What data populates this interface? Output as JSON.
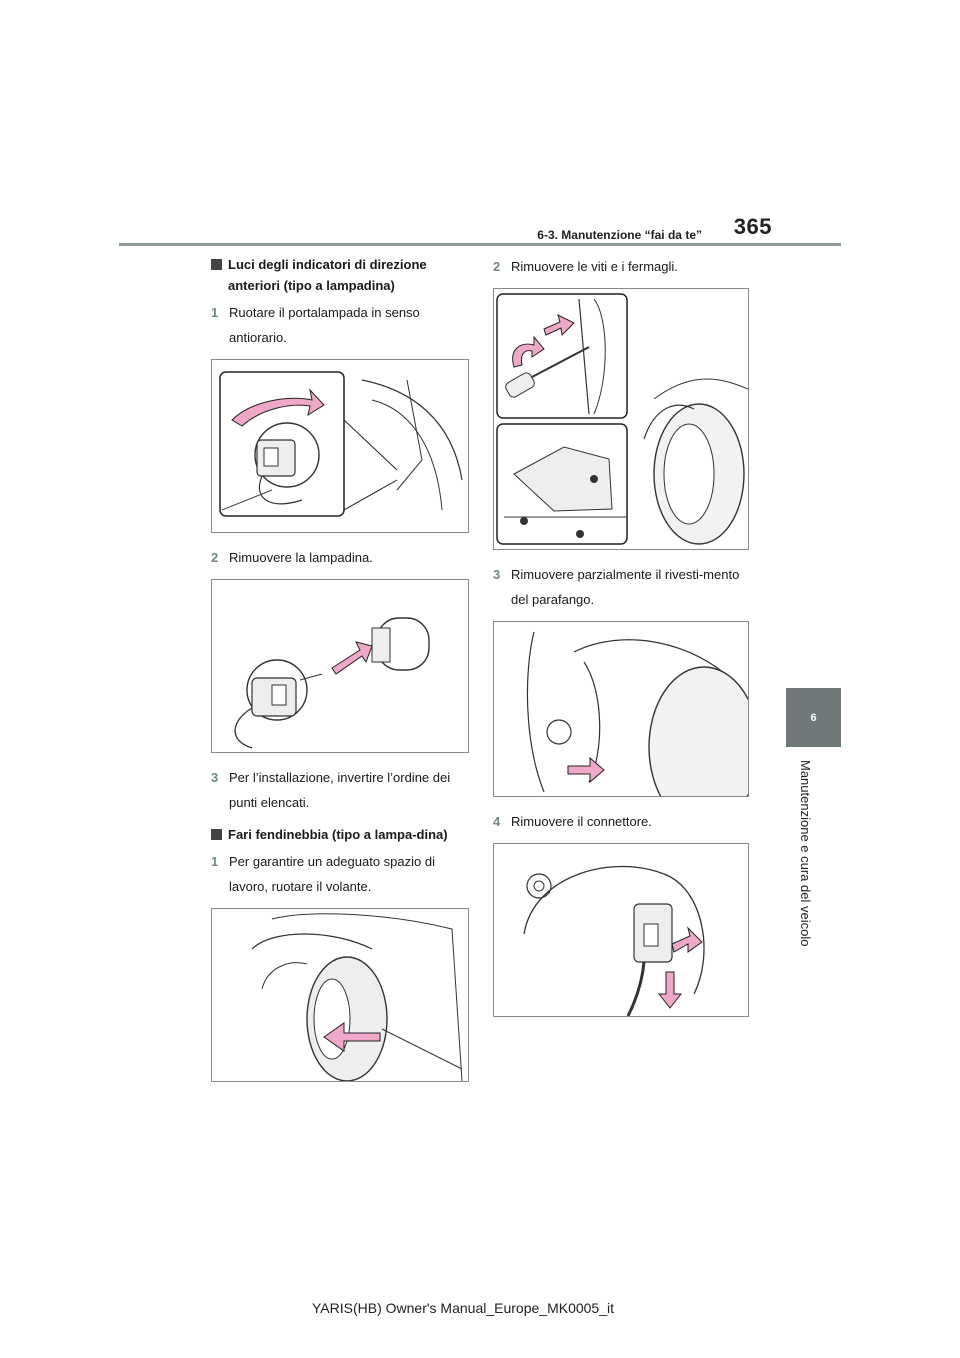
{
  "header": {
    "section": "6-3. Manutenzione “fai da te”",
    "page_number": "365"
  },
  "side_tab": {
    "chapter": "6",
    "label": "Manutenzione e cura del veicolo"
  },
  "left_column": {
    "section1_heading": "Luci degli indicatori di direzione anteriori (tipo a lampadina)",
    "step1_num": "1",
    "step1_text": "Ruotare il portalampada in senso antiorario.",
    "step2_num": "2",
    "step2_text": "Rimuovere la lampadina.",
    "step3_num": "3",
    "step3_text": "Per l’installazione, invertire l’ordine dei punti elencati.",
    "section2_heading": "Fari fendinebbia (tipo a lampa-dina)",
    "step4_num": "1",
    "step4_text": "Per garantire un adeguato spazio di lavoro, ruotare il volante."
  },
  "right_column": {
    "step1_num": "2",
    "step1_text": "Rimuovere le viti e i fermagli.",
    "step2_num": "3",
    "step2_text": "Rimuovere parzialmente il rivesti-mento del parafango.",
    "step3_num": "4",
    "step3_text": "Rimuovere il connettore."
  },
  "footer": {
    "text": "YARIS(HB) Owner's Manual_Europe_MK0005_it"
  },
  "colors": {
    "arrow_pink": "#f0a8c8",
    "rule_gray": "#8e9a9a",
    "tab_gray": "#6f7878",
    "step_number": "#6f8888"
  }
}
